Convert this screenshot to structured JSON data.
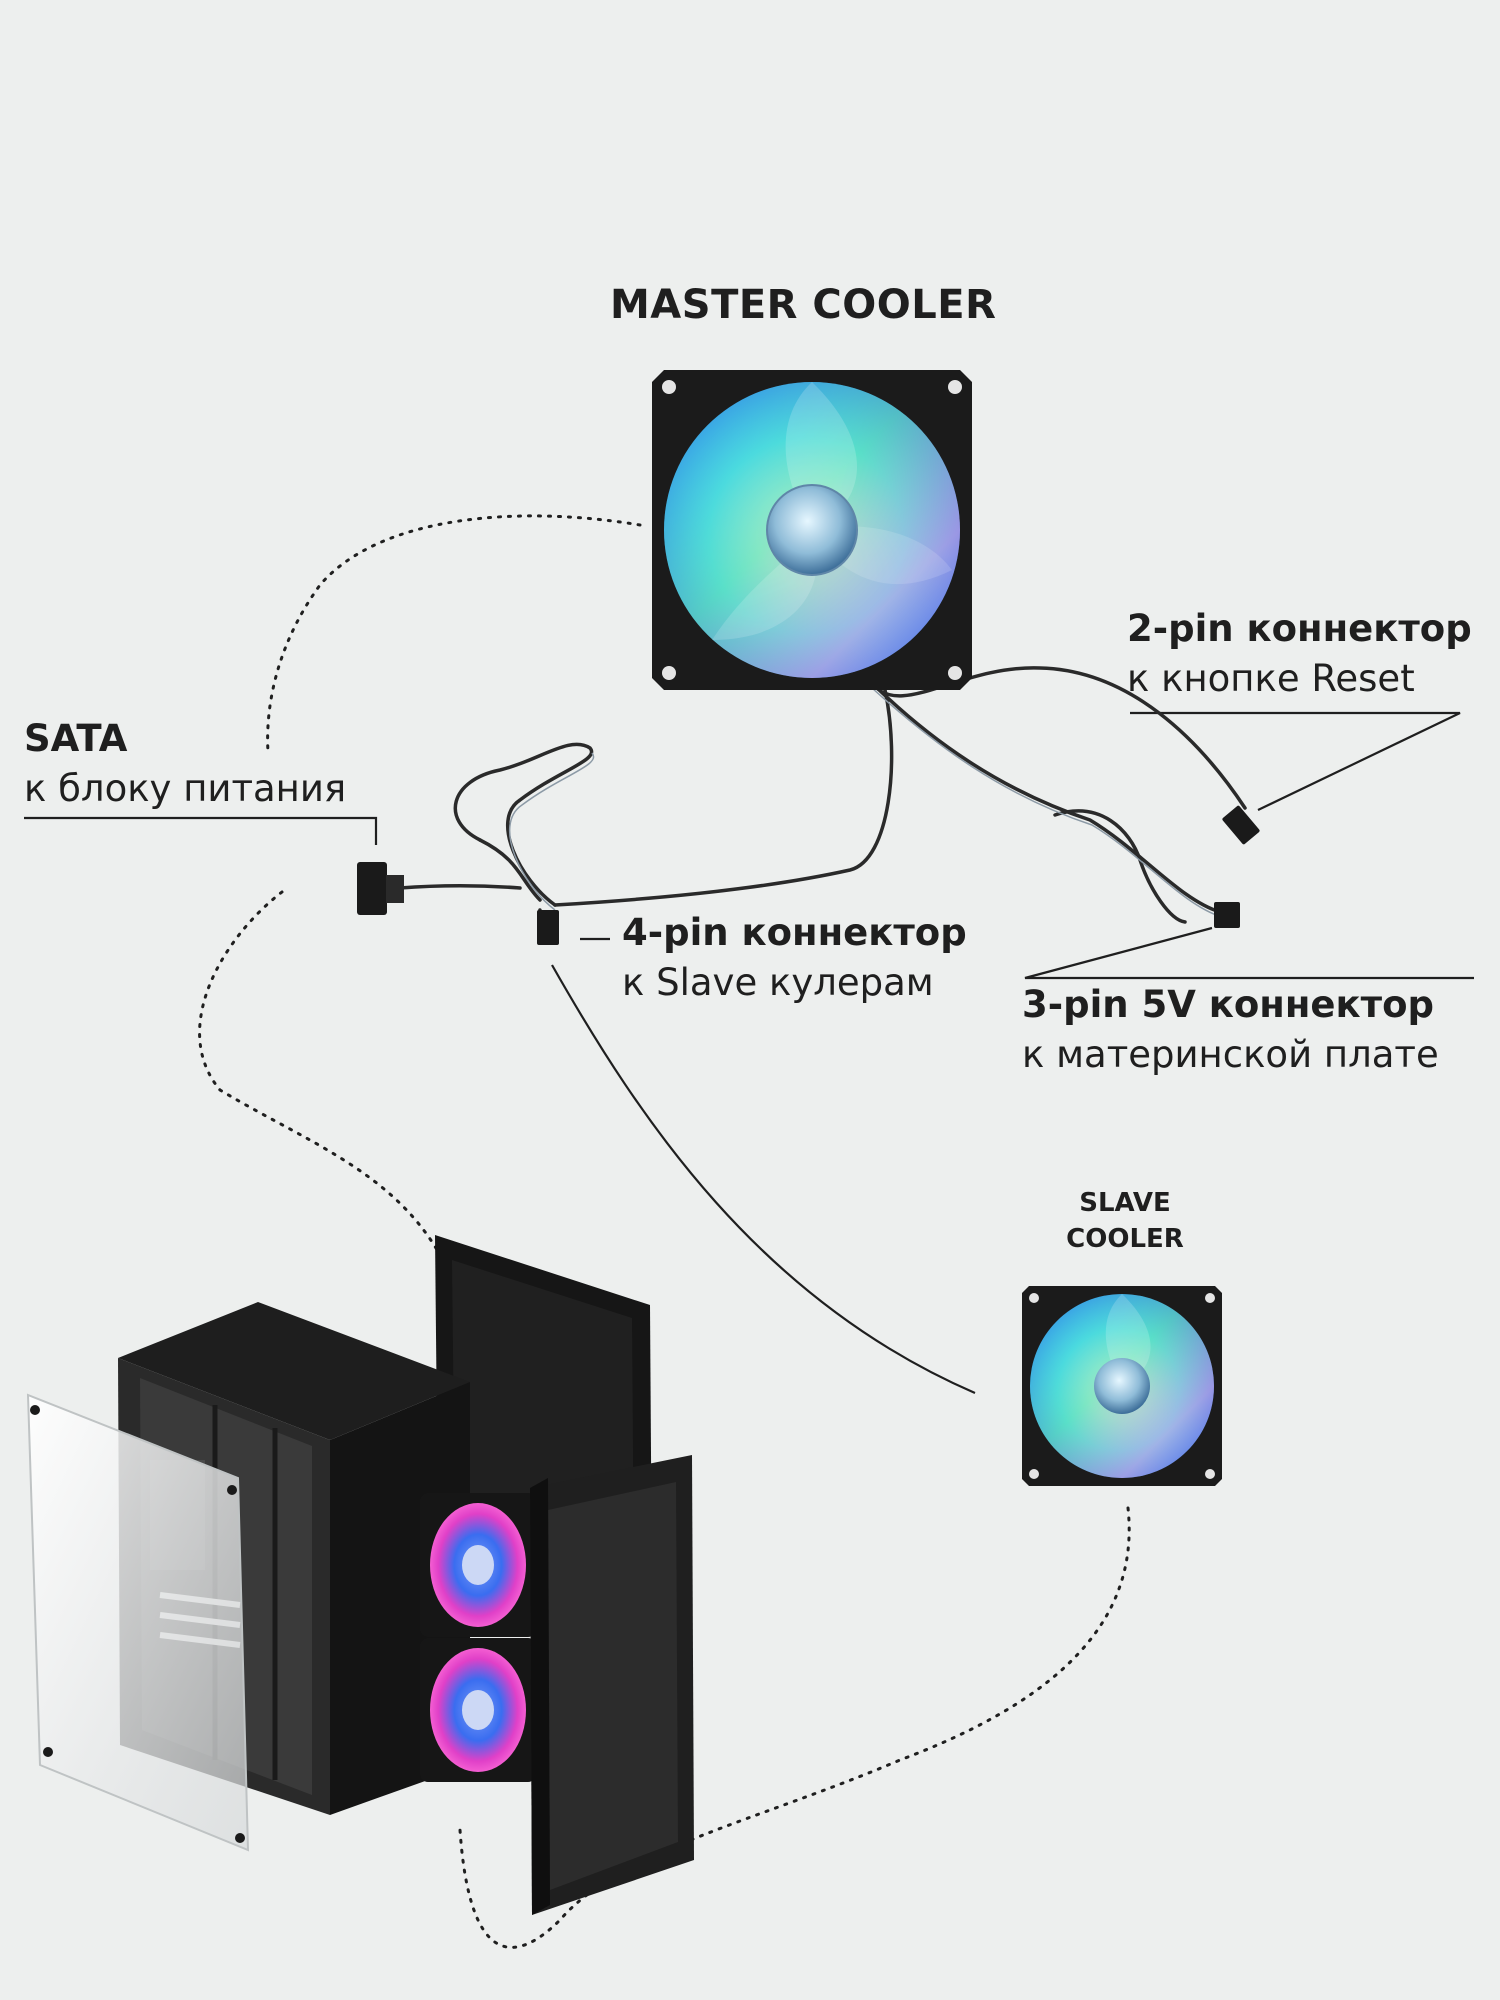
{
  "labels": {
    "master_title": "MASTER COOLER",
    "slave_title_line1": "SLAVE",
    "slave_title_line2": "COOLER",
    "sata_title": "SATA",
    "sata_desc": "к блоку питания",
    "pin2_title": "2-pin коннектор",
    "pin2_desc": "к кнопке Reset",
    "pin4_title": "4-pin коннектор",
    "pin4_desc": "к Slave кулерам",
    "pin3_title": "3-pin 5V коннектор",
    "pin3_desc": "к материнской плате"
  },
  "colors": {
    "background": "#edefee",
    "text": "#1f1f1f",
    "fan_frame": "#1b1b1b",
    "case_body": "#1a1a1a",
    "cyan": "#3fd6f0",
    "green": "#6fe7a8",
    "blue": "#3a6df0",
    "pink": "#f0a0e0",
    "magenta": "#e040c8"
  }
}
